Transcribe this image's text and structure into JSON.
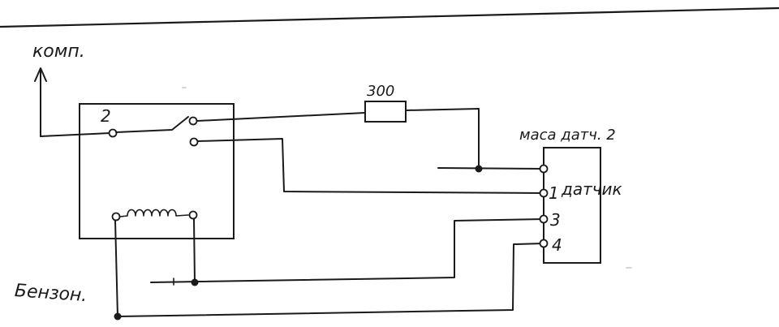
{
  "labels": {
    "komp": "комп.",
    "resistor_value": "300",
    "relay_pin_2": "2",
    "massa": "маса датч. 2",
    "pin_1": "1",
    "datchik": "датчик",
    "pin_3": "3",
    "pin_4": "4",
    "benzon": "Бензон."
  },
  "colors": {
    "ink": "#1a1a1a",
    "paper": "#ffffff"
  }
}
